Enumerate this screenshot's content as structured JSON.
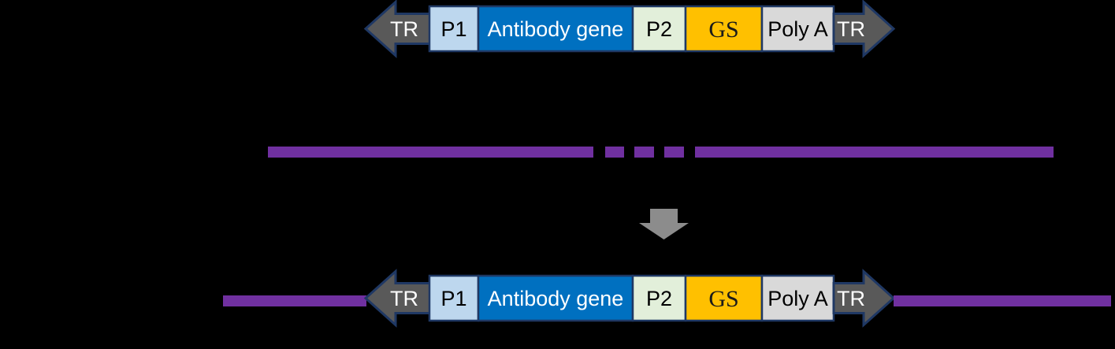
{
  "diagram_type": "transposon-integration-schematic",
  "cassette": {
    "tr_left": "TR",
    "p1": "P1",
    "antibody_gene": "Antibody gene",
    "p2": "P2",
    "gs": "GS",
    "poly_a": "Poly A",
    "tr_right": "TR"
  },
  "colors": {
    "background": "#000000",
    "tr_arrow_fill": "#595959",
    "tr_arrow_border": "#1F3864",
    "p1_fill": "#BDD7EE",
    "antibody_gene_fill": "#0070C0",
    "p2_fill": "#E2EFDA",
    "gs_fill": "#FFC000",
    "poly_a_fill": "#D9D9D9",
    "box_border": "#1F3864",
    "genome_line": "#7030A0",
    "integration_arrow": "#8C8C8C",
    "label_dark": "#000000",
    "label_light": "#FFFFFF"
  }
}
